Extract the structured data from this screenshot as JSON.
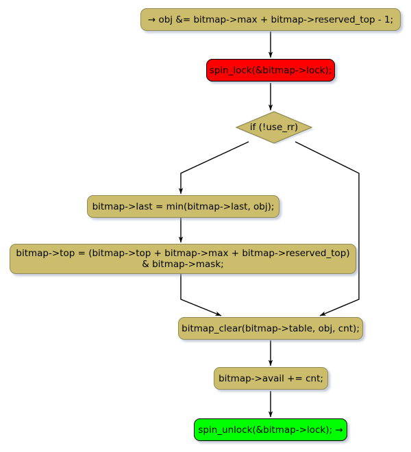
{
  "diagram": {
    "type": "flowchart",
    "title": "",
    "colors": {
      "node_fill": "#CBBD6B",
      "node_border": "#918A56",
      "start_fill": "#FF0000",
      "end_fill": "#00FF00",
      "edge": "#000000",
      "background": "#FFFFFF",
      "shadow": "#C8D0E0"
    },
    "nodes": [
      {
        "id": "entry",
        "shape": "rounded-rect",
        "kind": "statement",
        "text": "→ obj &= bitmap->max + bitmap->reserved_top - 1;"
      },
      {
        "id": "lock",
        "shape": "rounded-rect",
        "kind": "start",
        "text": "spin_lock(&bitmap->lock);"
      },
      {
        "id": "cond",
        "shape": "diamond",
        "kind": "decision",
        "text": "if (!use_rr)"
      },
      {
        "id": "last",
        "shape": "rounded-rect",
        "kind": "statement",
        "text": "bitmap->last = min(bitmap->last, obj);"
      },
      {
        "id": "top",
        "shape": "rounded-rect",
        "kind": "statement",
        "line1": "bitmap->top = (bitmap->top + bitmap->max + bitmap->reserved_top)",
        "line2": "& bitmap->mask;",
        "text": "bitmap->top = (bitmap->top + bitmap->max + bitmap->reserved_top)\n& bitmap->mask;"
      },
      {
        "id": "clear",
        "shape": "rounded-rect",
        "kind": "statement",
        "text": "bitmap_clear(bitmap->table, obj, cnt);"
      },
      {
        "id": "avail",
        "shape": "rounded-rect",
        "kind": "statement",
        "text": "bitmap->avail += cnt;"
      },
      {
        "id": "unlock",
        "shape": "rounded-rect",
        "kind": "end",
        "text": "spin_unlock(&bitmap->lock); →"
      }
    ],
    "edges": [
      {
        "from": "entry",
        "to": "lock",
        "label": ""
      },
      {
        "from": "lock",
        "to": "cond",
        "label": ""
      },
      {
        "from": "cond",
        "to": "last",
        "label": ""
      },
      {
        "from": "cond",
        "to": "clear",
        "label": ""
      },
      {
        "from": "last",
        "to": "top",
        "label": ""
      },
      {
        "from": "top",
        "to": "clear",
        "label": ""
      },
      {
        "from": "clear",
        "to": "avail",
        "label": ""
      },
      {
        "from": "avail",
        "to": "unlock",
        "label": ""
      }
    ]
  }
}
